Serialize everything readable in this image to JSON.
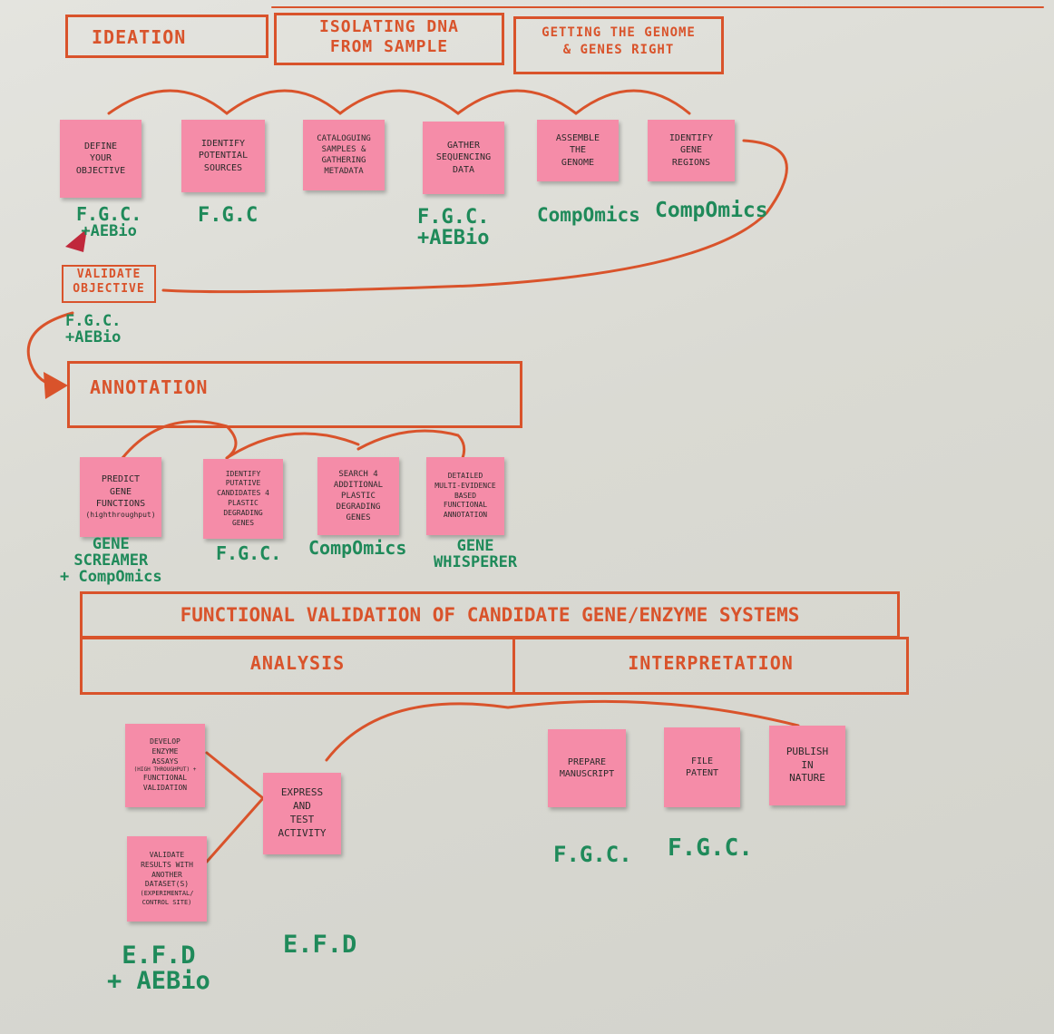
{
  "colors": {
    "marker_orange": "#d9532b",
    "marker_green": "#1f8a5a",
    "sticky_pink": "#f58ca8",
    "board": "#dcdcd6"
  },
  "headers": {
    "ideation": "IDEATION",
    "isolating": [
      "ISOLATING DNA",
      "FROM SAMPLE"
    ],
    "genome": [
      "GETTING THE GENOME",
      "& GENES RIGHT"
    ],
    "validate": [
      "VALIDATE",
      "OBJECTIVE"
    ],
    "annotation": "ANNOTATION",
    "functional": "FUNCTIONAL VALIDATION OF CANDIDATE GENE/ENZYME SYSTEMS",
    "analysis": "ANALYSIS",
    "interpretation": "INTERPRETATION"
  },
  "row1": [
    {
      "lines": [
        "DEFINE",
        "YOUR",
        "OBJECTIVE"
      ],
      "owner": [
        "F.G.C.",
        "+AEBio"
      ]
    },
    {
      "lines": [
        "IDENTIFY",
        "POTENTIAL",
        "SOURCES"
      ],
      "owner": [
        "F.G.C"
      ]
    },
    {
      "lines": [
        "CATALOGUING",
        "SAMPLES &",
        "GATHERING",
        "METADATA"
      ],
      "owner": []
    },
    {
      "lines": [
        "GATHER",
        "SEQUENCING",
        "DATA"
      ],
      "owner": [
        "F.G.C.",
        "+AEBio"
      ]
    },
    {
      "lines": [
        "ASSEMBLE",
        "THE",
        "GENOME"
      ],
      "owner": [
        "CompOmics"
      ]
    },
    {
      "lines": [
        "IDENTIFY",
        "GENE",
        "REGIONS"
      ],
      "owner": [
        "CompOmics"
      ]
    }
  ],
  "validate_owner": [
    "F.G.C.",
    "+AEBio"
  ],
  "row2": [
    {
      "lines": [
        "PREDICT",
        "GENE",
        "FUNCTIONS",
        "(highthroughput)"
      ],
      "owner": [
        "GENE",
        "SCREAMER",
        "+ CompOmics"
      ]
    },
    {
      "lines": [
        "IDENTIFY",
        "PUTATIVE",
        "CANDIDATES 4",
        "PLASTIC DEGRADING",
        "GENES"
      ],
      "owner": [
        "F.G.C."
      ]
    },
    {
      "lines": [
        "SEARCH 4",
        "ADDITIONAL",
        "PLASTIC",
        "DEGRADING",
        "GENES"
      ],
      "owner": [
        "CompOmics"
      ]
    },
    {
      "lines": [
        "DETAILED",
        "MULTI-EVIDENCE",
        "BASED",
        "FUNCTIONAL",
        "ANNOTATION"
      ],
      "owner": [
        "GENE",
        "WHISPERER"
      ]
    }
  ],
  "analysis_notes": {
    "develop": [
      "DEVELOP",
      "ENZYME",
      "ASSAYS",
      "(HIGH THROUGHPUT) +",
      "FUNCTIONAL",
      "VALIDATION"
    ],
    "validate_results": [
      "VALIDATE",
      "RESULTS WITH",
      "ANOTHER",
      "DATASET(S)",
      "(EXPERIMENTAL/",
      "CONTROL SITE)"
    ],
    "express": [
      "EXPRESS",
      "AND",
      "TEST",
      "ACTIVITY"
    ],
    "owner_left": [
      "E.F.D",
      "+ AEBio"
    ],
    "owner_express": [
      "E.F.D"
    ]
  },
  "interpretation_notes": [
    {
      "lines": [
        "PREPARE",
        "MANUSCRIPT"
      ],
      "owner": [
        "F.G.C."
      ]
    },
    {
      "lines": [
        "FILE",
        "PATENT"
      ],
      "owner": [
        "F.G.C."
      ]
    },
    {
      "lines": [
        "PUBLISH",
        "IN",
        "NATURE"
      ],
      "owner": []
    }
  ]
}
